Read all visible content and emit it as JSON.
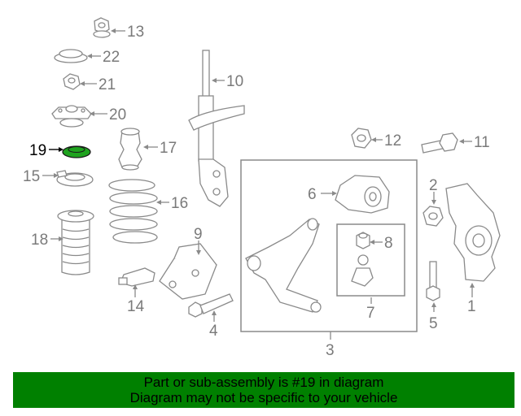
{
  "highlight_color": "#1fa31f",
  "banner_color": "#008000",
  "labels": {
    "p1": "1",
    "p2": "2",
    "p3": "3",
    "p4": "4",
    "p5": "5",
    "p6": "6",
    "p7": "7",
    "p8": "8",
    "p9": "9",
    "p10": "10",
    "p11": "11",
    "p12": "12",
    "p13": "13",
    "p14": "14",
    "p15": "15",
    "p16": "16",
    "p17": "17",
    "p18": "18",
    "p19": "19",
    "p20": "20",
    "p21": "21",
    "p22": "22"
  },
  "banner": {
    "line1": "Part or sub-assembly is #19 in diagram",
    "line2": "Diagram may not be specific to your vehicle"
  }
}
